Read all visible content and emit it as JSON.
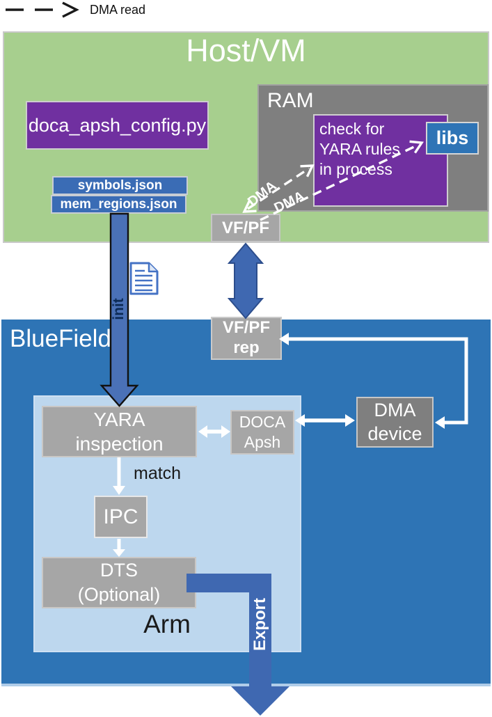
{
  "colors": {
    "host_green": "#a7cf8e",
    "ram_gray": "#7f7f7f",
    "box_gray": "#a6a6a6",
    "purple": "#7030a0",
    "file_blue": "#3a6cb5",
    "libs_blue": "#2e74b6",
    "bluefield_blue": "#2e74b5",
    "arm_light_blue": "#bdd7ee",
    "arrow_blue": "#3f68b1"
  },
  "legend": {
    "label": "DMA read"
  },
  "host": {
    "title": "Host/VM",
    "config_script": "doca_apsh_config.py",
    "files": [
      "symbols.json",
      "mem_regions.json"
    ],
    "ram": {
      "label": "RAM",
      "process_check": "check for\nYARA rules\nin process",
      "libs": "libs"
    },
    "vf_pf": "VF/PF"
  },
  "labels": {
    "dma_1": "DMA",
    "dma_2": "DMA",
    "init": "init",
    "export": "Export",
    "match": "match"
  },
  "bluefield": {
    "title": "BlueField",
    "vf_pf_rep": "VF/PF\nrep",
    "arm": {
      "label": "Arm",
      "yara": "YARA\ninspection",
      "doca_apsh": "DOCA\nApsh",
      "ipc": "IPC",
      "dts": "DTS\n(Optional)"
    },
    "dma_device": "DMA\ndevice"
  }
}
